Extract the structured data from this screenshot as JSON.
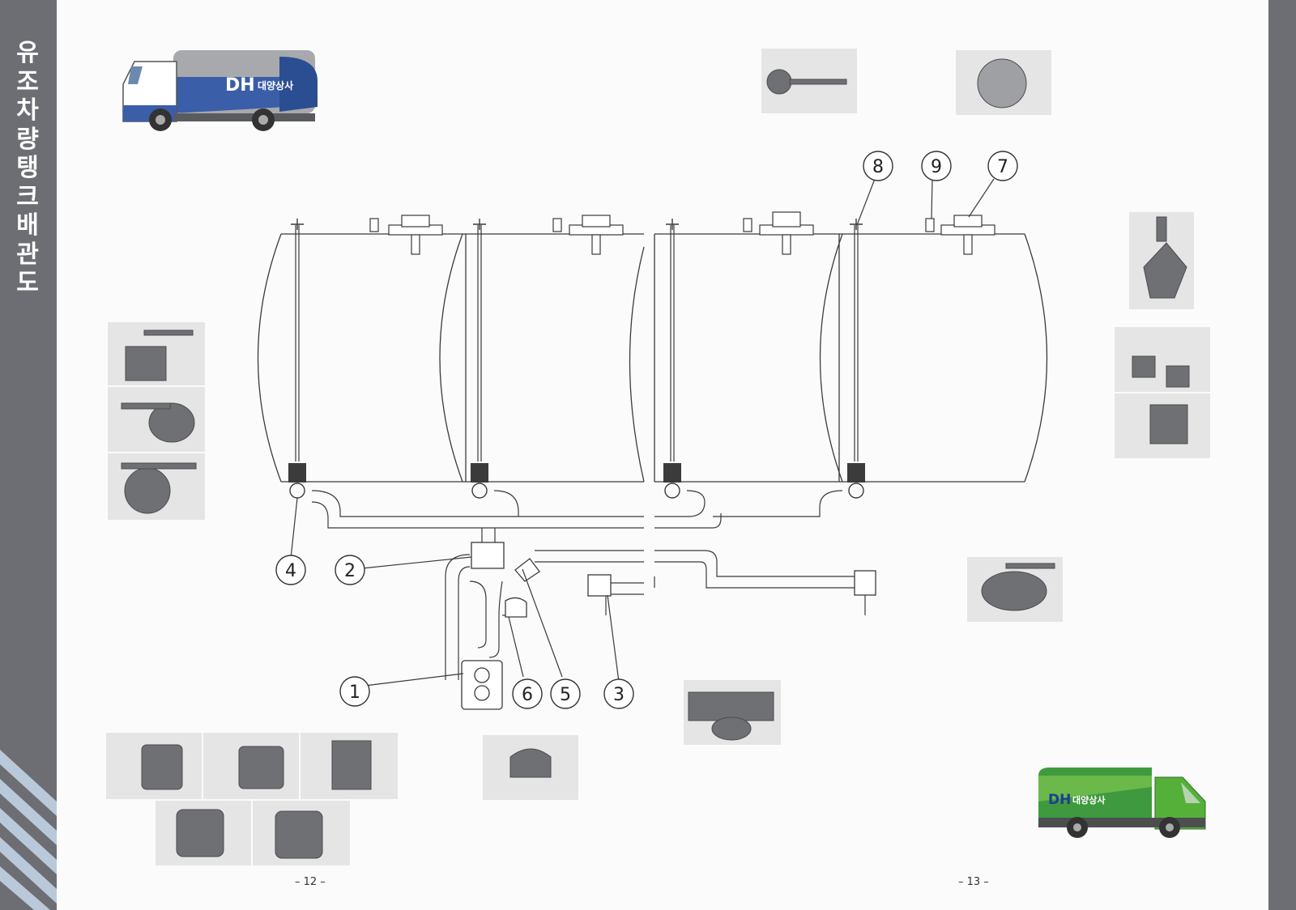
{
  "title_vertical": [
    "유",
    "조",
    "차",
    "량",
    "탱",
    "크",
    "배",
    "관",
    "도"
  ],
  "callouts": [
    {
      "label": "1",
      "name": "callout-1"
    },
    {
      "label": "2",
      "name": "callout-2"
    },
    {
      "label": "3",
      "name": "callout-3"
    },
    {
      "label": "4",
      "name": "callout-4"
    },
    {
      "label": "5",
      "name": "callout-5"
    },
    {
      "label": "6",
      "name": "callout-6"
    },
    {
      "label": "7",
      "name": "callout-7"
    },
    {
      "label": "8",
      "name": "callout-8"
    },
    {
      "label": "9",
      "name": "callout-9"
    }
  ],
  "truck_top": {
    "brand_mark": "DH",
    "company": "대양상사"
  },
  "truck_bottom": {
    "brand_mark": "DH",
    "company": "대양상사"
  },
  "page_numbers": {
    "left": "– 12 –",
    "right": "– 13 –"
  },
  "colors": {
    "side_bar": "#6d6e73",
    "truck_top_tank": "#3a5ea8",
    "truck_bottom_body": "#3f9a3f",
    "line": "#3a3a3a"
  }
}
